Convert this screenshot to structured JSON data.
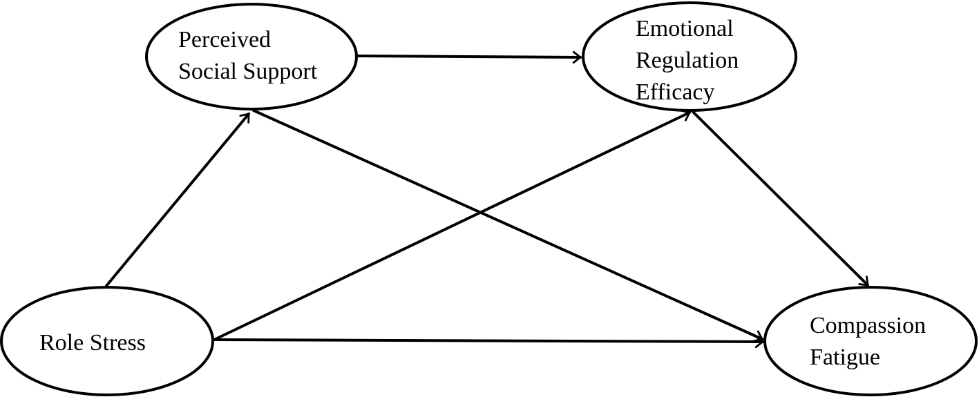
{
  "diagram": {
    "nodes": {
      "perceived_social_support": {
        "lines": [
          "Perceived",
          "Social Support"
        ]
      },
      "emotional_regulation_efficacy": {
        "lines": [
          "Emotional",
          "Regulation",
          "Efficacy"
        ]
      },
      "role_stress": {
        "lines": [
          "Role Stress"
        ]
      },
      "compassion_fatigue": {
        "lines": [
          "Compassion",
          "Fatigue"
        ]
      }
    },
    "edges": [
      {
        "from": "role_stress",
        "to": "perceived_social_support"
      },
      {
        "from": "perceived_social_support",
        "to": "emotional_regulation_efficacy"
      },
      {
        "from": "perceived_social_support",
        "to": "compassion_fatigue"
      },
      {
        "from": "role_stress",
        "to": "emotional_regulation_efficacy"
      },
      {
        "from": "emotional_regulation_efficacy",
        "to": "compassion_fatigue"
      },
      {
        "from": "role_stress",
        "to": "compassion_fatigue"
      }
    ],
    "colors": {
      "stroke": "#000000",
      "background": "#ffffff"
    }
  }
}
